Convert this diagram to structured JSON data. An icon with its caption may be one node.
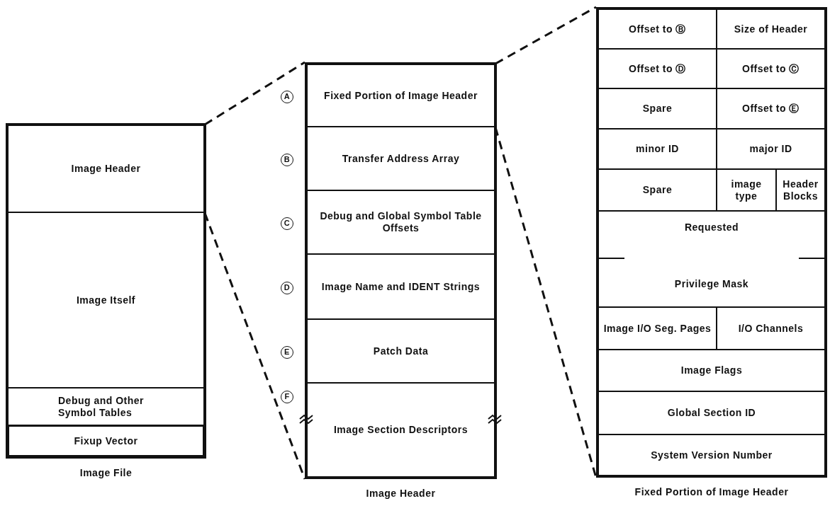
{
  "diagram": {
    "nodes": [
      {
        "text": [
          "Image File"
        ]
      },
      {
        "text": [
          "Image Header"
        ],
        "in": 0
      },
      {
        "text": [
          "Image Itself"
        ],
        "in": 0
      },
      {
        "text": [
          "Debug and Other Symbol Tables"
        ],
        "in": 0
      },
      {
        "text": [
          "Fixup Vector"
        ],
        "in": 0
      },
      {
        "text": [
          "Image Header"
        ]
      },
      {
        "text": [
          "Fixed Portion of Image Header"
        ],
        "in": 5,
        "beside": [
          "A"
        ]
      },
      {
        "text": [
          "Transfer Address Array"
        ],
        "in": 5,
        "beside": [
          "B"
        ]
      },
      {
        "text": [
          "Debug and Global Symbol Table Offsets"
        ],
        "in": 5,
        "beside": [
          "C"
        ]
      },
      {
        "text": [
          "Image Name and IDENT Strings"
        ],
        "in": 5,
        "beside": [
          "D"
        ]
      },
      {
        "text": [
          "Patch Data"
        ],
        "in": 5,
        "beside": [
          "E"
        ]
      },
      {
        "text": [
          "Image Section Descriptors"
        ],
        "in": 5,
        "beside": [
          "F"
        ]
      },
      {
        "text": [
          "Fixed Portion of Image Header"
        ]
      },
      {
        "text": [
          "Offset to Ⓑ"
        ],
        "in": 12
      },
      {
        "text": [
          "Size of Header"
        ],
        "in": 12
      },
      {
        "text": [
          "Offset to Ⓓ"
        ],
        "in": 12
      },
      {
        "text": [
          "Offset to Ⓒ"
        ],
        "in": 12
      },
      {
        "text": [
          "Spare"
        ],
        "in": 12
      },
      {
        "text": [
          "Offset to Ⓔ"
        ],
        "in": 12
      },
      {
        "text": [
          "minor ID"
        ],
        "in": 12
      },
      {
        "text": [
          "major ID"
        ],
        "in": 12
      },
      {
        "text": [
          "Spare"
        ],
        "in": 12
      },
      {
        "text": [
          "image type"
        ],
        "in": 12
      },
      {
        "text": [
          "Header Blocks"
        ],
        "in": 12
      },
      {
        "text": [
          "Requested",
          "Privilege Mask"
        ],
        "in": 12
      },
      {
        "text": [
          "Image I/O Seg. Pages"
        ],
        "in": 12
      },
      {
        "text": [
          "I/O Channels"
        ],
        "in": 12
      },
      {
        "text": [
          "Image Flags"
        ],
        "in": 12
      },
      {
        "text": [
          "Global Section ID"
        ],
        "in": 12
      },
      {
        "text": [
          "System Version Number"
        ],
        "in": 12
      }
    ],
    "edges": [
      {
        "from": 1,
        "to": 5,
        "arrow": "none",
        "style": "dashed"
      },
      {
        "from": 1,
        "to": 5,
        "arrow": "none",
        "style": "dashed"
      },
      {
        "from": 6,
        "to": 12,
        "arrow": "none",
        "style": "dashed"
      },
      {
        "from": 6,
        "to": 12,
        "arrow": "none",
        "style": "dashed"
      }
    ]
  }
}
